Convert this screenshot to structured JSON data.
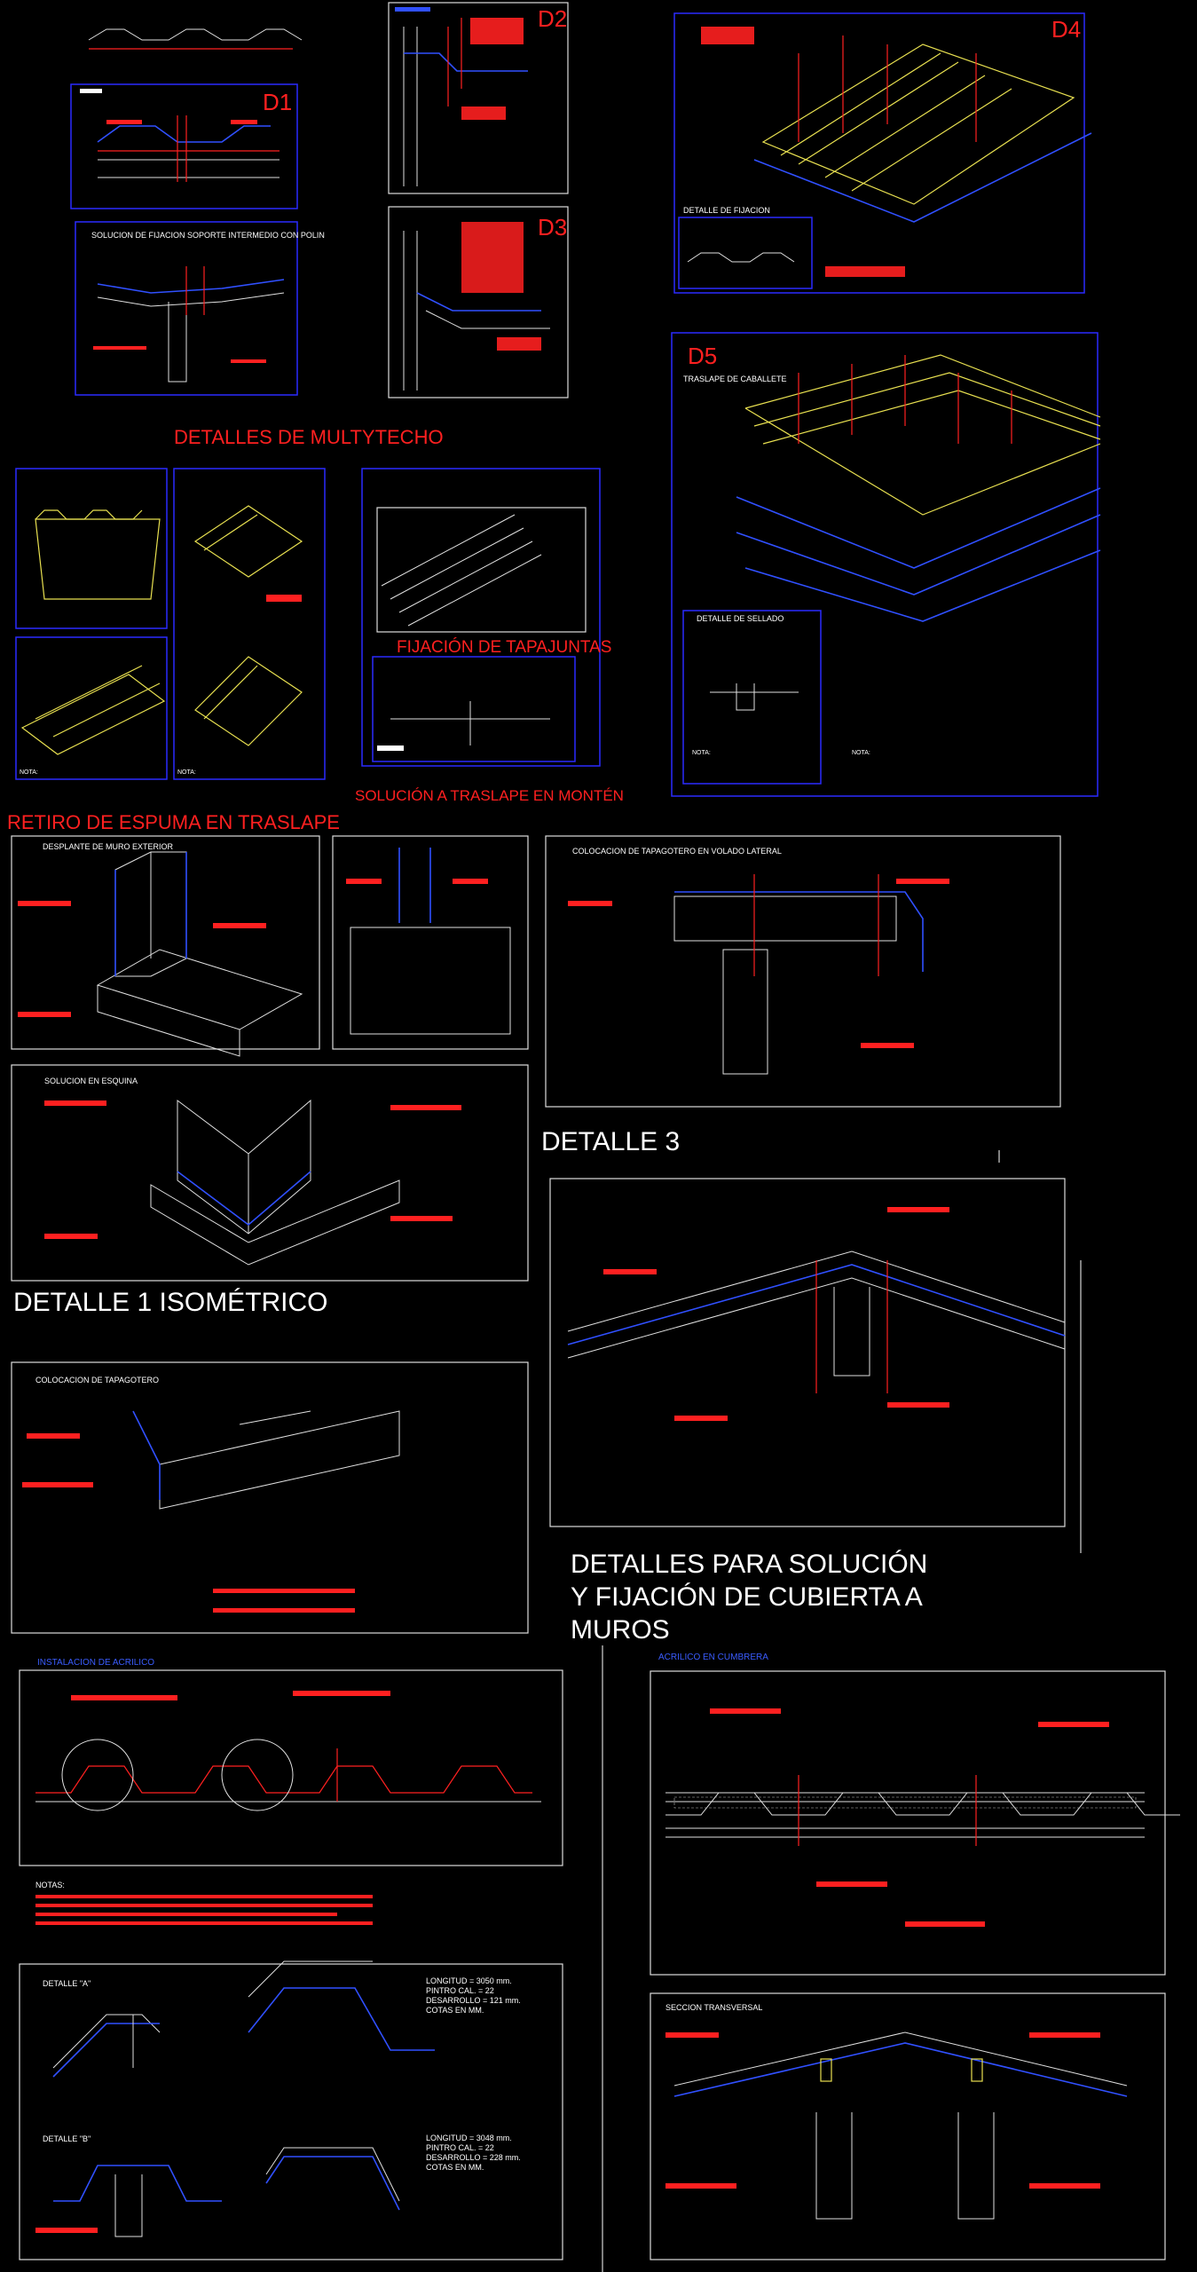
{
  "headings": {
    "multytecho": "DETALLES DE MULTYTECHO",
    "fijacion_tapajuntas": "FIJACIÓN DE TAPAJUNTAS",
    "solucion_traslape": "SOLUCIÓN A TRASLAPE EN MONTÉN",
    "retiro_espuma": "RETIRO DE ESPUMA EN TRASLAPE",
    "detalle3": "DETALLE 3",
    "detalle1": "DETALLE 1 ISOMÉTRICO",
    "muros_line1": "DETALLES PARA SOLUCIÓN",
    "muros_line2": "Y FIJACIÓN DE CUBIERTA  A",
    "muros_line3": "MUROS"
  },
  "detail_tags": {
    "d1": "D1",
    "d2": "D2",
    "d3": "D3",
    "d4": "D4",
    "d5": "D5"
  },
  "panel_labels": {
    "solucion_fijacion": "SOLUCION DE FIJACION SOPORTE INTERMEDIO CON POLIN",
    "detalle_fijacion": "DETALLE DE FIJACION",
    "traslape_caballete": "TRASLAPE DE CABALLETE",
    "detalle_sellado": "DETALLE DE SELLADO",
    "nota": "NOTA:",
    "desplante": "DESPLANTE DE MURO EXTERIOR",
    "colocacion_volado": "COLOCACION DE TAPAGOTERO EN VOLADO LATERAL",
    "solucion_esquina": "SOLUCION EN ESQUINA",
    "colocacion_tapagotero": "COLOCACION DE TAPAGOTERO",
    "instalacion": "INSTALACION DE ACRILICO",
    "detalle_a": "DETALLE \"A\"",
    "detalle_b": "DETALLE \"B\"",
    "notas": "NOTAS:",
    "seccion_transversal": "SECCION TRANSVERSAL",
    "acrilico_cubierta": "ACRILICO EN CUMBRERA",
    "longitud_a": "LONGITUD      = 3050 mm.",
    "pintro_a": "PINTRO CAL.    = 22",
    "desarrollo_a": "DESARROLLO   = 121 mm.",
    "cotas_a": "COTAS EN MM.",
    "longitud_b": "LONGITUD      = 3048 mm.",
    "pintro_b": "PINTRO CAL.    = 22",
    "desarrollo_b": "DESARROLLO   = 228 mm.",
    "cotas_b": "COTAS EN MM."
  }
}
